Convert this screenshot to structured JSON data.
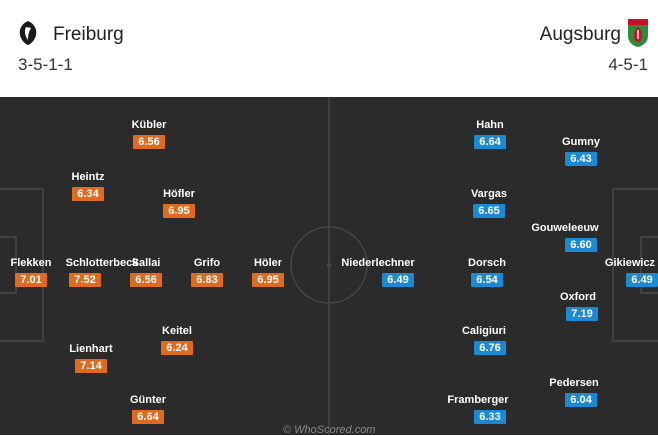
{
  "home": {
    "team": "Freiburg",
    "formation": "3-5-1-1",
    "crest_icon": "freiburg-crest-icon",
    "players": [
      {
        "name": "Kübler",
        "rating": "6.56"
      },
      {
        "name": "Heintz",
        "rating": "6.34"
      },
      {
        "name": "Höfler",
        "rating": "6.95"
      },
      {
        "name": "Flekken",
        "rating": "7.01"
      },
      {
        "name": "Schlotterbeck",
        "rating": "7.52"
      },
      {
        "name": "Sallai",
        "rating": "6.56"
      },
      {
        "name": "Grifo",
        "rating": "6.83"
      },
      {
        "name": "Höler",
        "rating": "6.95"
      },
      {
        "name": "Keitel",
        "rating": "6.24"
      },
      {
        "name": "Lienhart",
        "rating": "7.14"
      },
      {
        "name": "Günter",
        "rating": "6.64"
      }
    ]
  },
  "away": {
    "team": "Augsburg",
    "formation": "4-5-1",
    "crest_icon": "augsburg-crest-icon",
    "players": [
      {
        "name": "Hahn",
        "rating": "6.64"
      },
      {
        "name": "Gumny",
        "rating": "6.43"
      },
      {
        "name": "Vargas",
        "rating": "6.65"
      },
      {
        "name": "Gouweleeuw",
        "rating": "6.60"
      },
      {
        "name": "Niederlechner",
        "rating": "6.49"
      },
      {
        "name": "Dorsch",
        "rating": "6.54"
      },
      {
        "name": "Gikiewicz",
        "rating": "6.49"
      },
      {
        "name": "Oxford",
        "rating": "7.19"
      },
      {
        "name": "Caligiuri",
        "rating": "6.76"
      },
      {
        "name": "Pedersen",
        "rating": "6.04"
      },
      {
        "name": "Framberger",
        "rating": "6.33"
      }
    ]
  },
  "colors": {
    "home_rating": "#e06b1f",
    "away_rating": "#1b8ad4",
    "pitch": "#2b2b2b",
    "lines": "#4a4a4a"
  },
  "watermark": "© WhoScored.com"
}
